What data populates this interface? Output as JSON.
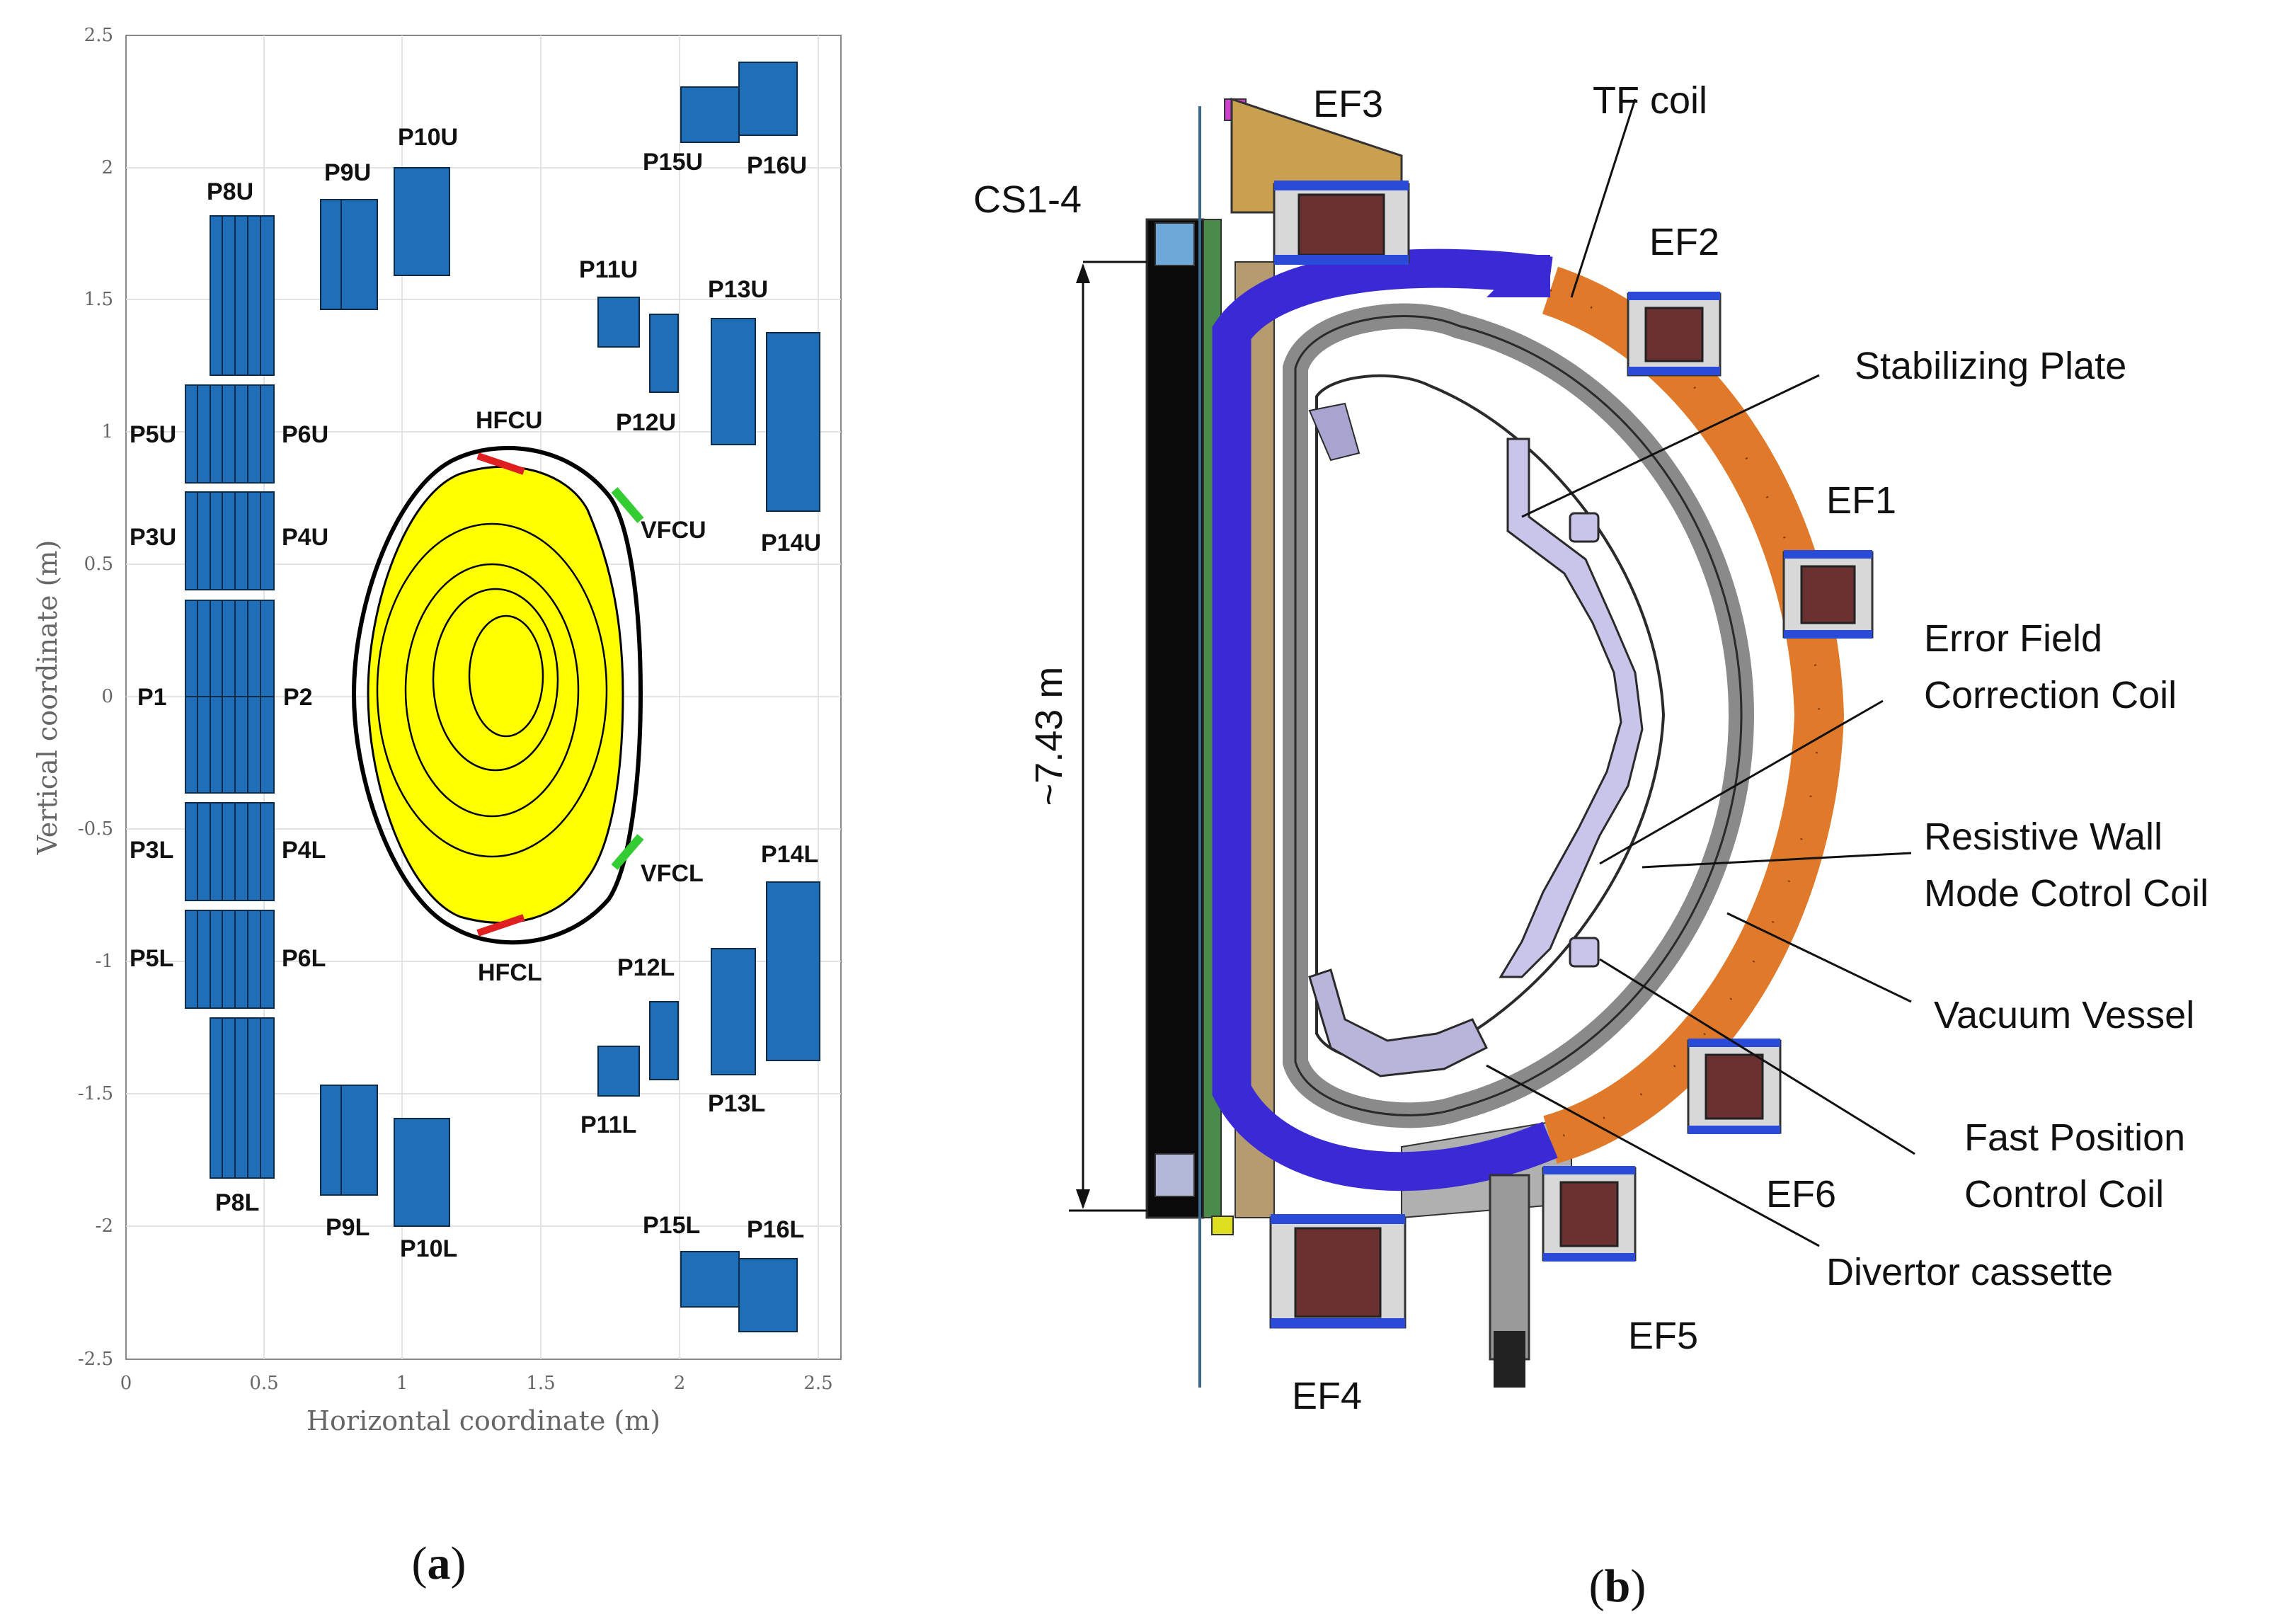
{
  "panel_a": {
    "xlabel": "Horizontal coordinate (m)",
    "ylabel": "Vertical coordinate (m)",
    "xticks": [
      "0",
      "0.5",
      "1",
      "1.5",
      "2",
      "2.5"
    ],
    "yticks": [
      "2.5",
      "2",
      "1.5",
      "1",
      "0.5",
      "0",
      "-0.5",
      "-1",
      "-1.5",
      "-2",
      "-2.5"
    ],
    "xlim": [
      0,
      2.6
    ],
    "ylim": [
      -2.5,
      2.5
    ],
    "coils": {
      "P8U": "P8U",
      "P9U": "P9U",
      "P10U": "P10U",
      "P5U": "P5U",
      "P6U": "P6U",
      "P3U": "P3U",
      "P4U": "P4U",
      "P1": "P1",
      "P2": "P2",
      "P3L": "P3L",
      "P4L": "P4L",
      "P5L": "P5L",
      "P6L": "P6L",
      "P8L": "P8L",
      "P9L": "P9L",
      "P10L": "P10L",
      "P11U": "P11U",
      "P12U": "P12U",
      "P13U": "P13U",
      "P14U": "P14U",
      "P15U": "P15U",
      "P16U": "P16U",
      "P11L": "P11L",
      "P12L": "P12L",
      "P13L": "P13L",
      "P14L": "P14L",
      "P15L": "P15L",
      "P16L": "P16L"
    },
    "wall_coils": {
      "HFCU": "HFCU",
      "VFCU": "VFCU",
      "VFCL": "VFCL",
      "HFCL": "HFCL"
    },
    "caption_paren_open": "(",
    "caption_letter": "a",
    "caption_paren_close": ")"
  },
  "panel_b": {
    "labels": {
      "EF3": "EF3",
      "TF_coil": "TF coil",
      "CS": "CS1-4",
      "EF2": "EF2",
      "stabilizing": "Stabilizing Plate",
      "EF1": "EF1",
      "error_field_1": "Error Field",
      "error_field_2": "Correction Coil",
      "rwm_1": "Resistive Wall",
      "rwm_2": "Mode Cotrol Coil",
      "vacuum": "Vacuum Vessel",
      "fast_1": "Fast Position",
      "fast_2": "Control Coil",
      "EF6": "EF6",
      "divertor": "Divertor cassette",
      "EF5": "EF5",
      "EF4": "EF4",
      "height": "~7.43 m"
    },
    "caption_paren_open": "(",
    "caption_letter": "b",
    "caption_paren_close": ")"
  },
  "colors": {
    "coil_blue": "#1f6fb8",
    "plasma_yellow": "#ffff00",
    "hfc_red": "#e02020",
    "vfc_green": "#33cc33",
    "tf_orange": "#e07a2a",
    "vessel_blue": "#3a2ad6",
    "vessel_gray": "#8a8a8a",
    "ef_brown": "#6b3030"
  }
}
